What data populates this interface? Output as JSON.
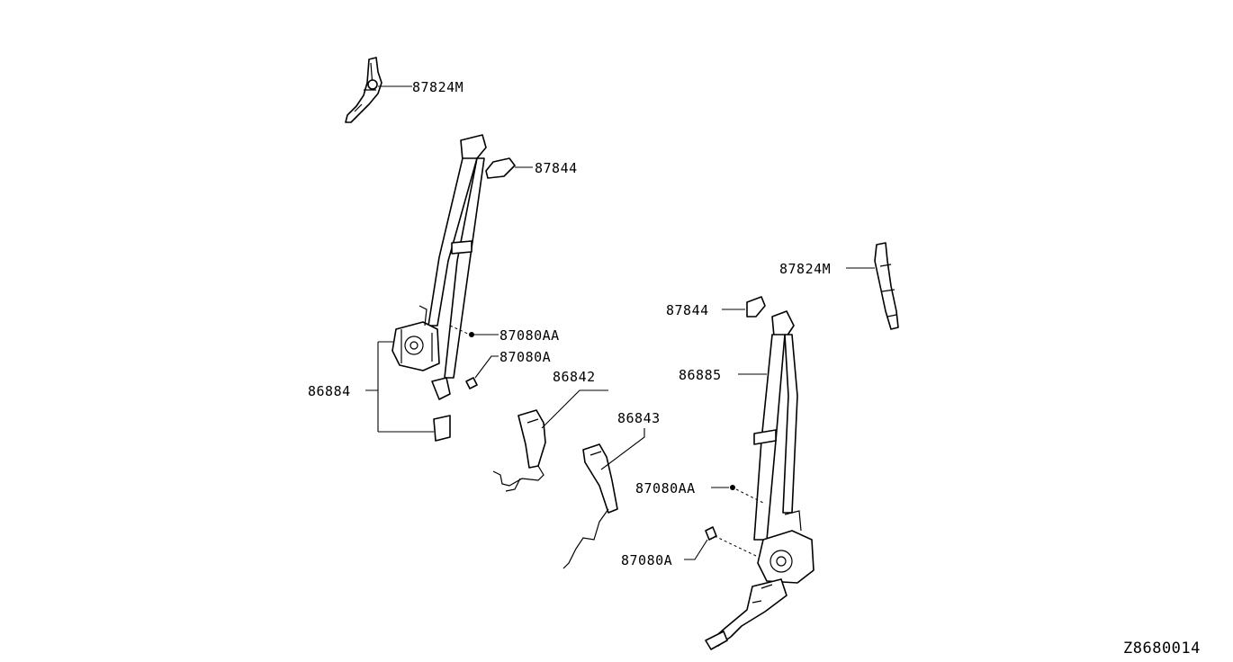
{
  "diagram": {
    "reference_code": "Z8680014",
    "callouts": {
      "left_top_anchor": "87824M",
      "left_cover": "87844",
      "left_bolt_aa": "87080AA",
      "left_bolt_a": "87080A",
      "left_belt_assy": "86884",
      "buckle_left": "86842",
      "buckle_right": "86843",
      "right_top_anchor": "87824M",
      "right_cover": "87844",
      "right_belt_assy": "86885",
      "right_bolt_aa": "87080AA",
      "right_bolt_a": "87080A"
    }
  }
}
